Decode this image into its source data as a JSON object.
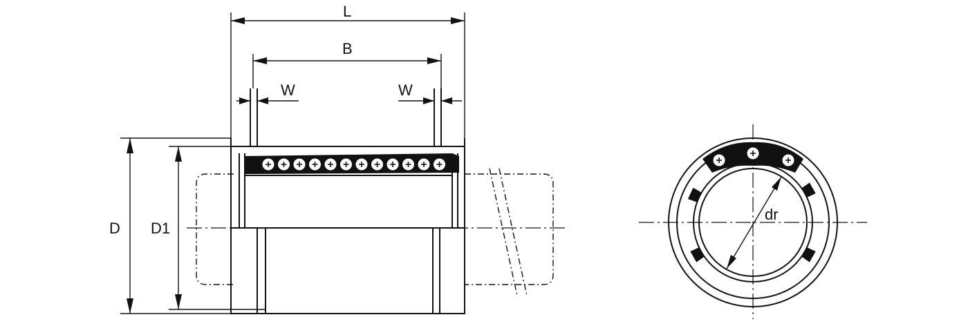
{
  "diagram": {
    "dimensions": {
      "overall_length": "L",
      "sleeve_length": "B",
      "groove_width_left": "W",
      "groove_width_right": "W",
      "outer_diameter": "D",
      "groove_diameter": "D1",
      "inner_diameter": "dr"
    },
    "colors": {
      "ink": "#111111",
      "background": "#ffffff"
    }
  }
}
